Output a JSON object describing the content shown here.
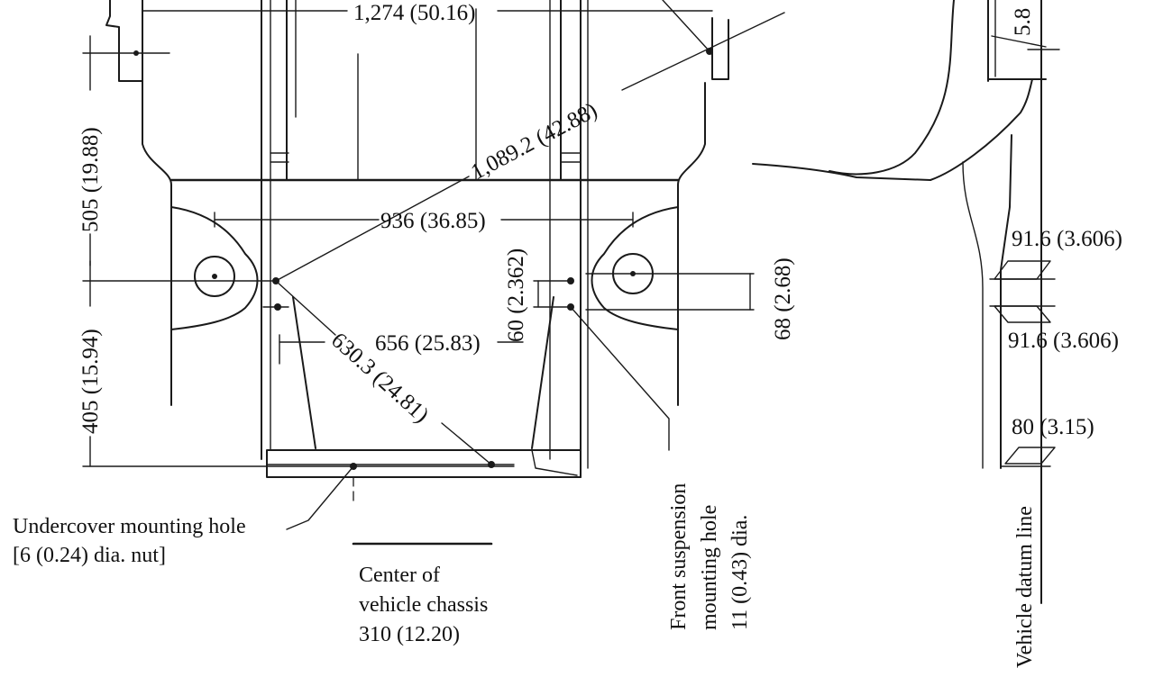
{
  "dimensions": {
    "top_width": "1,274 (50.16)",
    "diagonal_long": "1,089.2 (42.88)",
    "upper_height": "505 (19.88)",
    "lower_height": "405 (15.94)",
    "mount_span": "936 (36.85)",
    "inner_span": "656 (25.83)",
    "diagonal_short": "630.3 (24.81)",
    "vertical_60": "60 (2.362)",
    "vertical_68": "68 (2.68)",
    "side_91_upper": "91.6 (3.606)",
    "side_91_lower": "91.6 (3.606)",
    "side_80": "80 (3.15)",
    "side_cut": "5.8"
  },
  "callouts": {
    "undercover_line1": "Undercover mounting hole",
    "undercover_line2": "[6 (0.24) dia. nut]",
    "center_line1": "Center of",
    "center_line2": "vehicle chassis",
    "center_line3": "310 (12.20)",
    "suspension_line1": "Front suspension",
    "suspension_line2": "mounting hole",
    "suspension_line3": "11 (0.43) dia.",
    "datum_line": "Vehicle datum line"
  }
}
